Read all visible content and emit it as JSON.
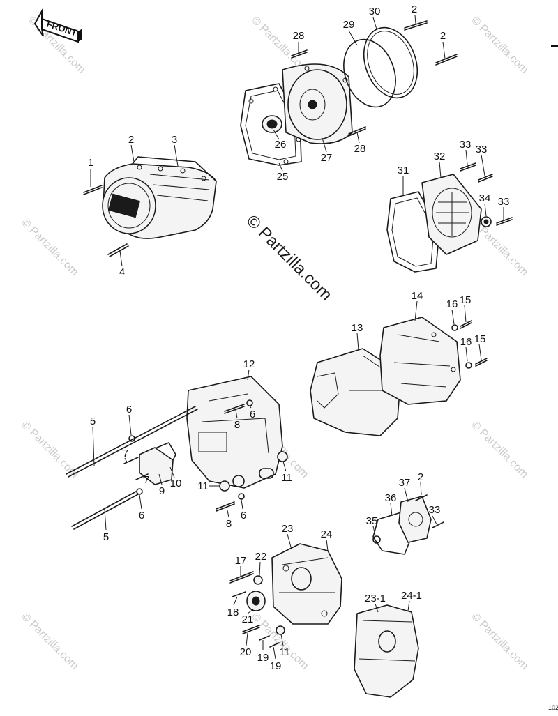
{
  "front_label": "FRONT",
  "watermark_main": "© Partzilla.com",
  "watermark_tile": "© Partzilla.com",
  "page_code": "102",
  "callouts": [
    {
      "id": "c1",
      "text": "1"
    },
    {
      "id": "c2a",
      "text": "2"
    },
    {
      "id": "c3",
      "text": "3"
    },
    {
      "id": "c4",
      "text": "4"
    },
    {
      "id": "c2b",
      "text": "2"
    },
    {
      "id": "c2c",
      "text": "2"
    },
    {
      "id": "c28a",
      "text": "28"
    },
    {
      "id": "c29",
      "text": "29"
    },
    {
      "id": "c30",
      "text": "30"
    },
    {
      "id": "c26",
      "text": "26"
    },
    {
      "id": "c25",
      "text": "25"
    },
    {
      "id": "c27",
      "text": "27"
    },
    {
      "id": "c28b",
      "text": "28"
    },
    {
      "id": "c31",
      "text": "31"
    },
    {
      "id": "c32",
      "text": "32"
    },
    {
      "id": "c33a",
      "text": "33"
    },
    {
      "id": "c33b",
      "text": "33"
    },
    {
      "id": "c34",
      "text": "34"
    },
    {
      "id": "c33c",
      "text": "33"
    },
    {
      "id": "c14",
      "text": "14"
    },
    {
      "id": "c16a",
      "text": "16"
    },
    {
      "id": "c15a",
      "text": "15"
    },
    {
      "id": "c13",
      "text": "13"
    },
    {
      "id": "c16b",
      "text": "16"
    },
    {
      "id": "c15b",
      "text": "15"
    },
    {
      "id": "c12",
      "text": "12"
    },
    {
      "id": "c5a",
      "text": "5"
    },
    {
      "id": "c6a",
      "text": "6"
    },
    {
      "id": "c8a",
      "text": "8"
    },
    {
      "id": "c6b",
      "text": "6"
    },
    {
      "id": "c7a",
      "text": "7"
    },
    {
      "id": "c7b",
      "text": "7"
    },
    {
      "id": "c9",
      "text": "9"
    },
    {
      "id": "c10",
      "text": "10"
    },
    {
      "id": "c11a",
      "text": "11"
    },
    {
      "id": "c11b",
      "text": "11"
    },
    {
      "id": "c6c",
      "text": "6"
    },
    {
      "id": "c8b",
      "text": "8"
    },
    {
      "id": "c6d",
      "text": "6"
    },
    {
      "id": "c5b",
      "text": "5"
    },
    {
      "id": "c37",
      "text": "37"
    },
    {
      "id": "c2d",
      "text": "2"
    },
    {
      "id": "c36",
      "text": "36"
    },
    {
      "id": "c33d",
      "text": "33"
    },
    {
      "id": "c35",
      "text": "35"
    },
    {
      "id": "c23",
      "text": "23"
    },
    {
      "id": "c24",
      "text": "24"
    },
    {
      "id": "c17",
      "text": "17"
    },
    {
      "id": "c22",
      "text": "22"
    },
    {
      "id": "c18",
      "text": "18"
    },
    {
      "id": "c21",
      "text": "21"
    },
    {
      "id": "c20",
      "text": "20"
    },
    {
      "id": "c19a",
      "text": "19"
    },
    {
      "id": "c11c",
      "text": "11"
    },
    {
      "id": "c19b",
      "text": "19"
    },
    {
      "id": "c231",
      "text": "23-1"
    },
    {
      "id": "c241",
      "text": "24-1"
    }
  ]
}
